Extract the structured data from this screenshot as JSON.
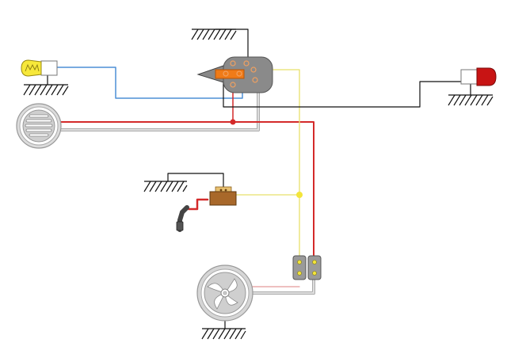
{
  "diagram": {
    "components": [
      {
        "name": "headlight-bulb",
        "icon": "bulb-icon"
      },
      {
        "name": "light-switch",
        "icon": "switch-icon"
      },
      {
        "name": "tail-light",
        "icon": "tail-lamp-icon"
      },
      {
        "name": "horn",
        "icon": "horn-icon"
      },
      {
        "name": "ignition-coil",
        "icon": "coil-icon"
      },
      {
        "name": "spark-plug-cap",
        "icon": "spark-plug-icon"
      },
      {
        "name": "connector-block",
        "icon": "connector-icon"
      },
      {
        "name": "magneto-stator",
        "icon": "magneto-icon"
      }
    ],
    "colors": {
      "wire_blue": "#4d8fd6",
      "wire_red": "#d42a2a",
      "wire_yellow": "#f0ea7a",
      "wire_black": "#111111",
      "wire_grey": "#c8c8c8",
      "switch_body": "#8a8a8a",
      "switch_lever": "#f07b18",
      "bulb_yellow": "#f7e83a",
      "tail_red": "#c81414",
      "coil_brown": "#a8682a",
      "plug_grey": "#555555"
    }
  }
}
